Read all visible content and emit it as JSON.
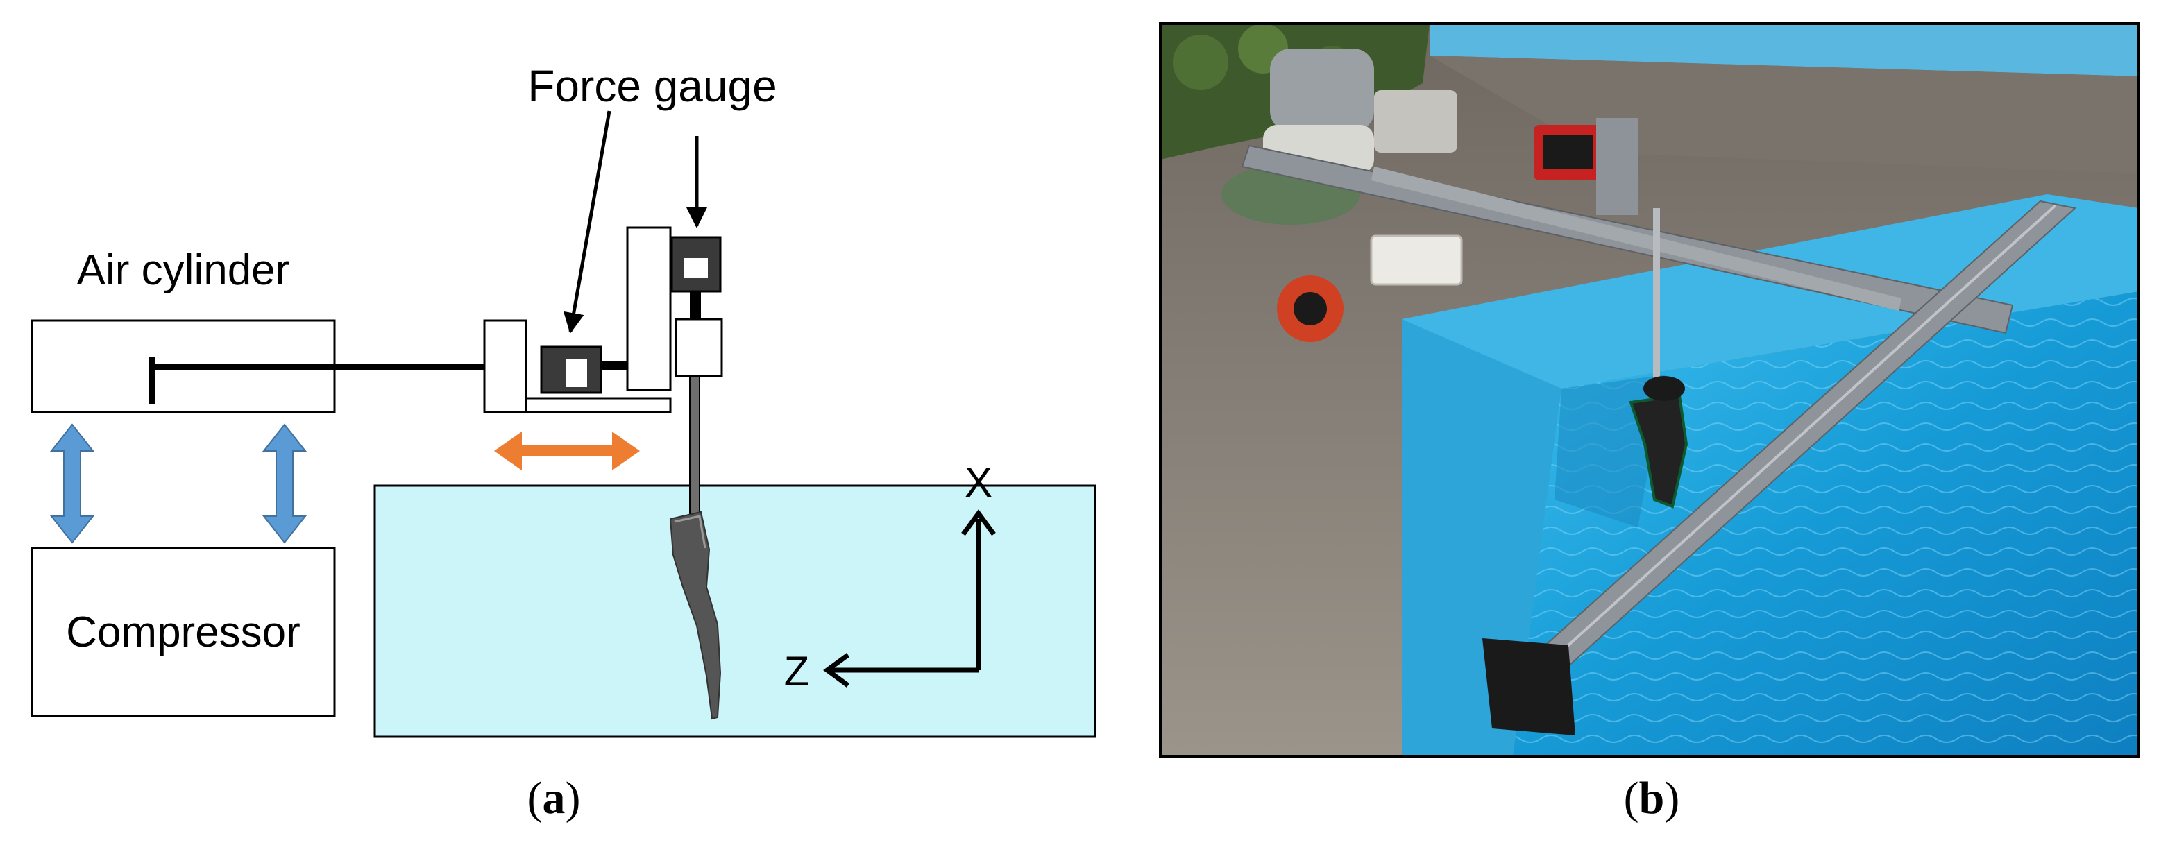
{
  "diagram": {
    "labels": {
      "force_gauge": "Force gauge",
      "air_cylinder": "Air cylinder",
      "compressor": "Compressor",
      "axis_x": "X",
      "axis_z": "Z"
    },
    "colors": {
      "water": "#ccf5fa",
      "motion_arrow": "#ed7d31",
      "air_arrow": "#5b9bd5",
      "gauge": "#3a3a3a",
      "fin": "#555555"
    }
  },
  "captions": {
    "a_open": "(",
    "a_letter": "a",
    "a_close": ")",
    "b_open": "(",
    "b_letter": "b",
    "b_close": ")"
  },
  "photo": {
    "colors": {
      "pool_water": "#1f9fd8",
      "pool_wall": "#3fb6e6",
      "ground": "#8a8278",
      "frame": "#8e949a"
    }
  }
}
